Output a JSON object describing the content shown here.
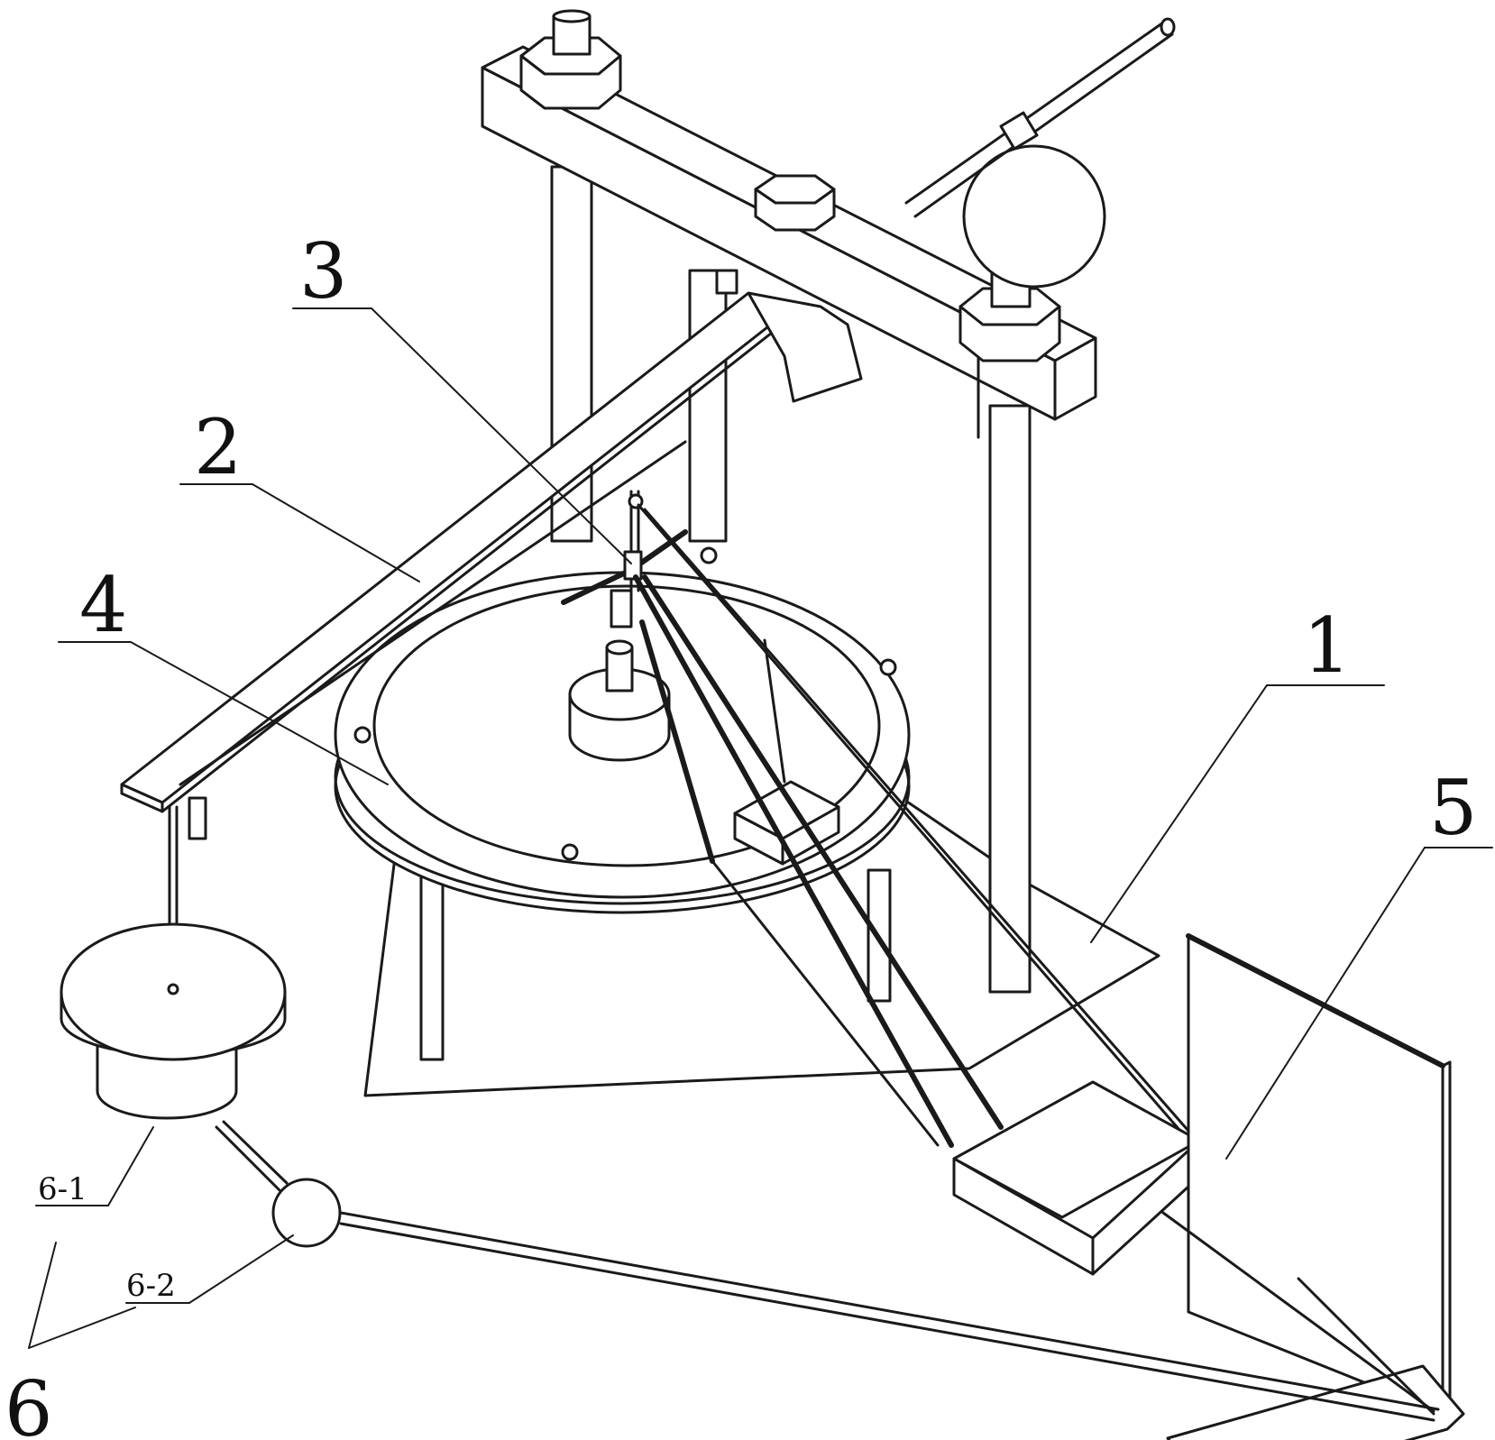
{
  "labels": {
    "l1": "1",
    "l2": "2",
    "l3": "3",
    "l4": "4",
    "l5": "5",
    "l6": "6",
    "l6_1": "6-1",
    "l6_2": "6-2"
  },
  "colors": {
    "ink": "#1a1a1a",
    "paper": "#ffffff"
  }
}
